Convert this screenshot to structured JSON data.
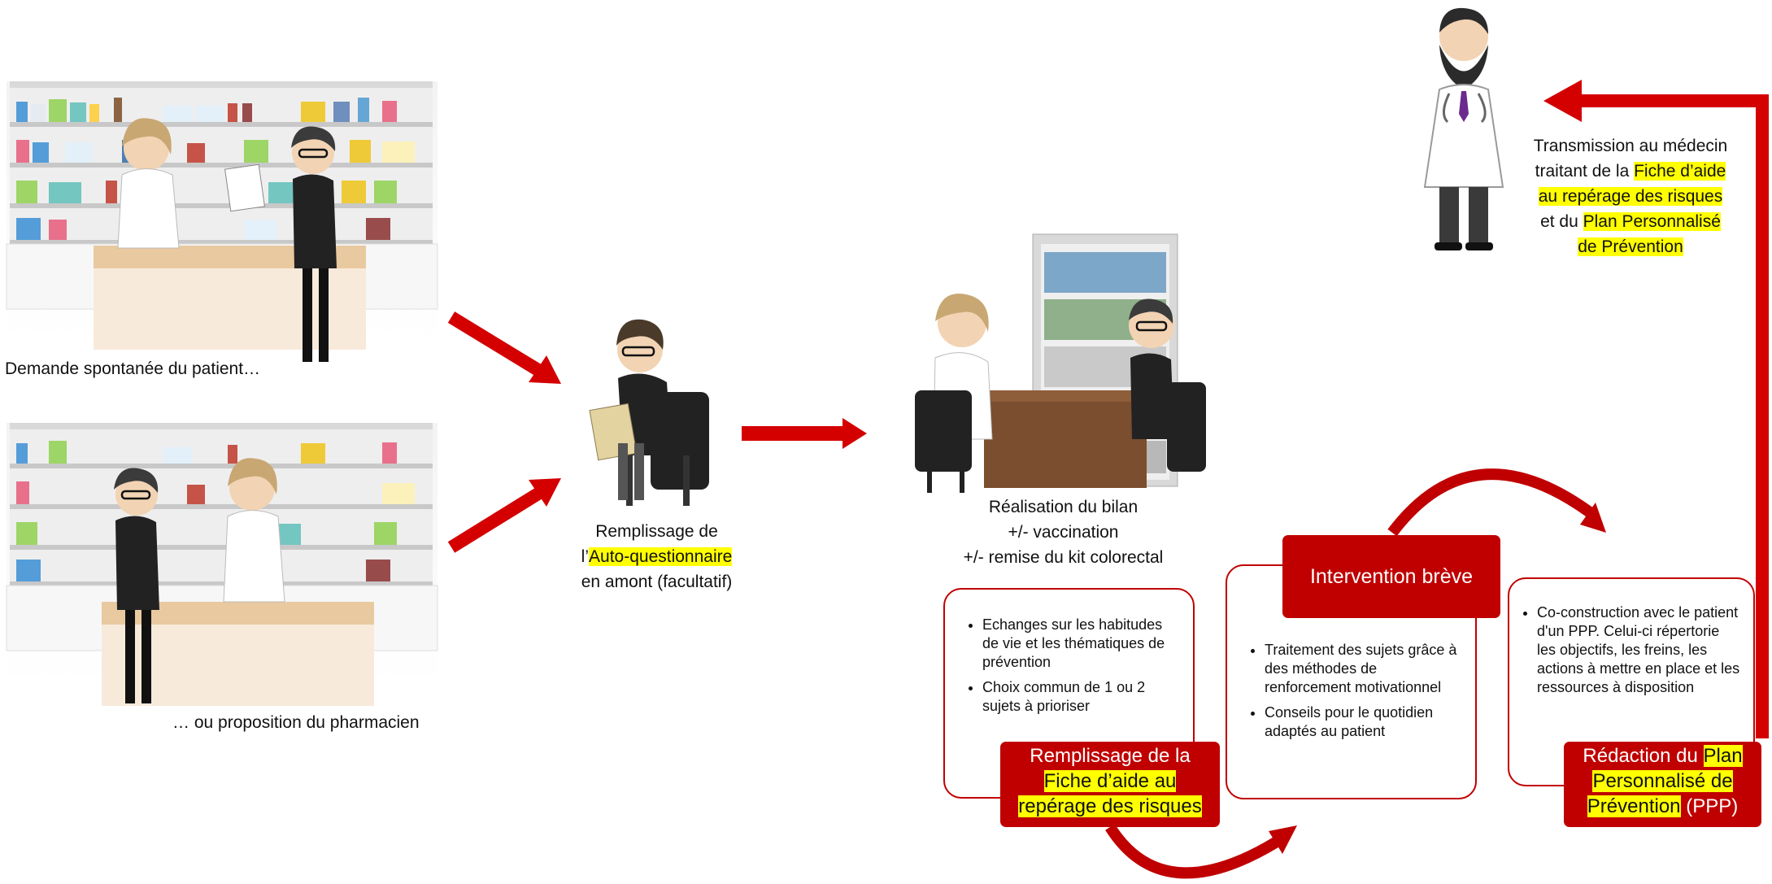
{
  "captions": {
    "spontaneous": "Demande spontanée du patient…",
    "proposal": "… ou proposition du pharmacien",
    "questionnaire": {
      "line1": "Remplissage de",
      "line2_prefix": "l’",
      "line2_highlight": "Auto-questionnaire",
      "line3": "en amont (facultatif)"
    },
    "bilan": {
      "line1": "Réalisation du bilan",
      "line2": "+/- vaccination",
      "line3": "+/- remise du kit colorectal"
    },
    "transmission": {
      "line1": "Transmission au médecin",
      "line2_prefix": "traitant de la ",
      "line2_highlight": "Fiche d’aide",
      "line3_highlight": "au repérage des risques",
      "line4_prefix": "et du ",
      "line4_highlight": "Plan Personnalisé",
      "line5_highlight": "de Prévention"
    }
  },
  "boxes": {
    "fiche": {
      "bullets": [
        "Echanges sur les habitudes de vie et les thématiques de prévention",
        "Choix commun de 1 ou 2 sujets à prioriser"
      ],
      "label_line1": "Remplissage de la",
      "label_line2": "Fiche d’aide au",
      "label_line3": "repérage des risques"
    },
    "intervention": {
      "label": "Intervention brève",
      "bullets": [
        "Traitement des sujets grâce à des méthodes de renforcement motivationnel",
        "Conseils pour le quotidien adaptés au patient"
      ]
    },
    "ppp": {
      "bullets": [
        "Co-construction avec le patient d'un PPP. Celui-ci répertorie les objectifs, les freins, les actions à mettre en place et les ressources à disposition"
      ],
      "label_prefix": "Rédaction du ",
      "label_highlight1": "Plan",
      "label_highlight2": "Personnalisé de",
      "label_highlight3": "Prévention",
      "label_suffix": " (PPP)"
    }
  },
  "colors": {
    "accent_red": "#c00000",
    "highlight": "#ffff00",
    "arrow_red": "#d40000"
  },
  "icons": [
    "pharmacy-scene-illustration",
    "patient-filling-form-illustration",
    "consultation-office-illustration",
    "doctor-illustration"
  ]
}
